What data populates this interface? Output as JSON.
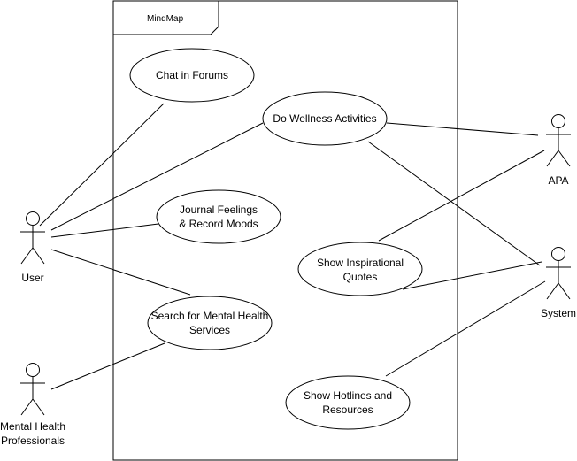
{
  "diagram": {
    "system_title": "MindMap",
    "use_cases": {
      "chat_forums": [
        "Chat in Forums"
      ],
      "wellness": [
        "Do Wellness Activities"
      ],
      "journal": [
        "Journal Feelings",
        "& Record Moods"
      ],
      "search": [
        "Search for Mental Health",
        "Services"
      ],
      "quotes": [
        "Show Inspirational",
        "Quotes"
      ],
      "hotlines": [
        "Show Hotlines and",
        "Resources"
      ]
    },
    "actors": {
      "user": [
        "User"
      ],
      "professionals": [
        "Mental Health",
        "Professionals"
      ],
      "apa": [
        "APA"
      ],
      "system": [
        "System"
      ]
    }
  }
}
